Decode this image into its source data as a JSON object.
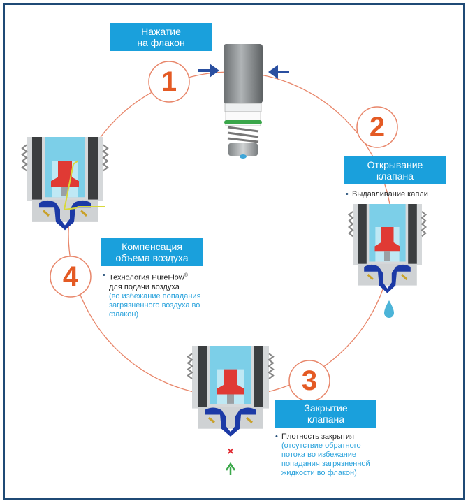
{
  "steps": [
    {
      "number": "1",
      "title_line1": "Нажатие",
      "title_line2": "на флакон"
    },
    {
      "number": "2",
      "title_line1": "Открывание",
      "title_line2": "клапана",
      "bullet": "Выдавливание капли"
    },
    {
      "number": "3",
      "title_line1": "Закрытие",
      "title_line2": "клапана",
      "bullet": "Плотность закрытия",
      "note_lines": [
        "(отсутствие обратного",
        "потока во избежание",
        "попадания загрязненной",
        "жидкости во флакон)"
      ]
    },
    {
      "number": "4",
      "title_line1": "Компенсация",
      "title_line2": "объема воздуха",
      "bullet_line1": "Технология PureFlow",
      "bullet_sup": "®",
      "bullet_line2": "для подачи воздуха",
      "note_lines": [
        "(во избежание попадания",
        "загрязненного воздуха во",
        "флакон)"
      ]
    }
  ],
  "colors": {
    "label_bg": "#1aa0dc",
    "number": "#e45a24",
    "cycle_line": "#e8866a",
    "frame": "#1f4a75",
    "arrow": "#2a4fa0"
  },
  "marks": {
    "blocked": "×",
    "up_arrow": "↑"
  }
}
